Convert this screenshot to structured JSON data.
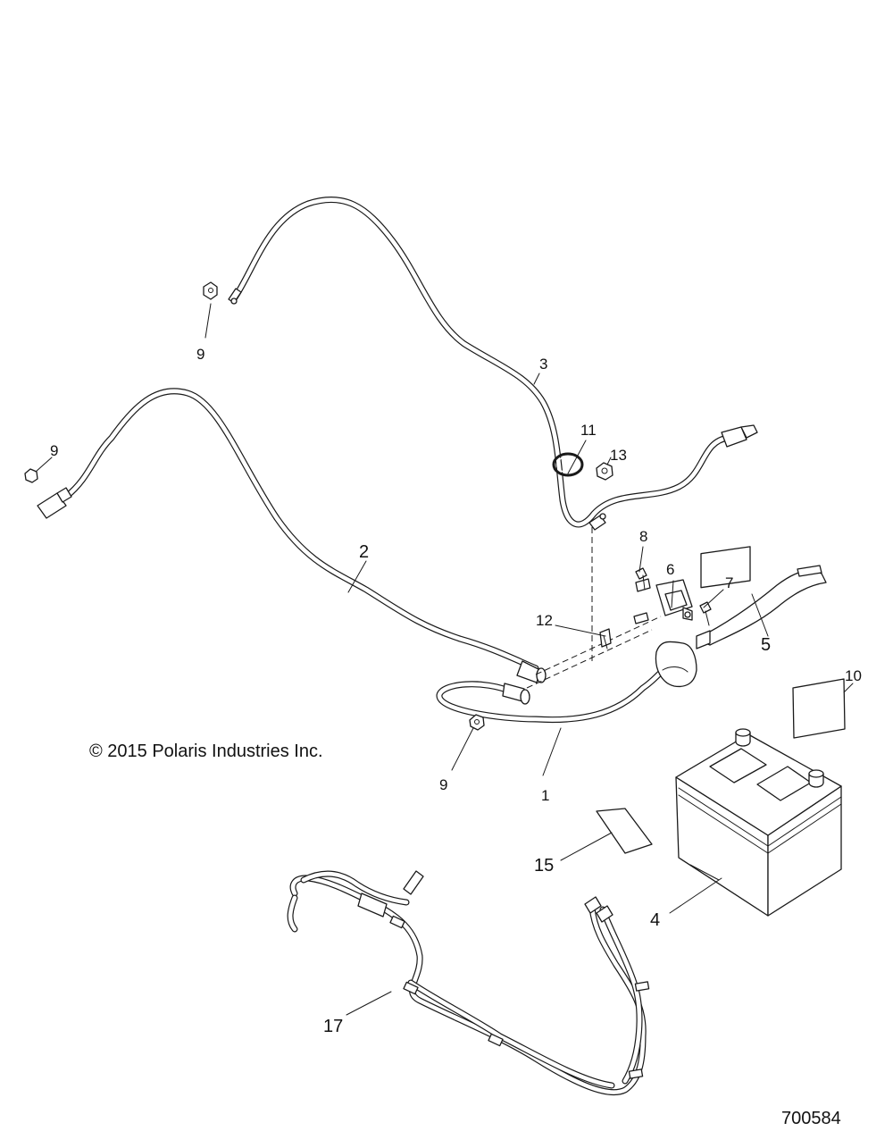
{
  "diagram": {
    "copyright": "© 2015 Polaris Industries Inc.",
    "figure_number": "700584",
    "callouts": [
      {
        "id": "c1",
        "label": "1"
      },
      {
        "id": "c2",
        "label": "2"
      },
      {
        "id": "c3",
        "label": "3"
      },
      {
        "id": "c4",
        "label": "4"
      },
      {
        "id": "c5",
        "label": "5"
      },
      {
        "id": "c6",
        "label": "6"
      },
      {
        "id": "c7",
        "label": "7"
      },
      {
        "id": "c8",
        "label": "8"
      },
      {
        "id": "c9a",
        "label": "9"
      },
      {
        "id": "c9b",
        "label": "9"
      },
      {
        "id": "c9c",
        "label": "9"
      },
      {
        "id": "c10",
        "label": "10"
      },
      {
        "id": "c11",
        "label": "11"
      },
      {
        "id": "c12",
        "label": "12"
      },
      {
        "id": "c13",
        "label": "13"
      },
      {
        "id": "c15",
        "label": "15"
      },
      {
        "id": "c17",
        "label": "17"
      }
    ]
  }
}
